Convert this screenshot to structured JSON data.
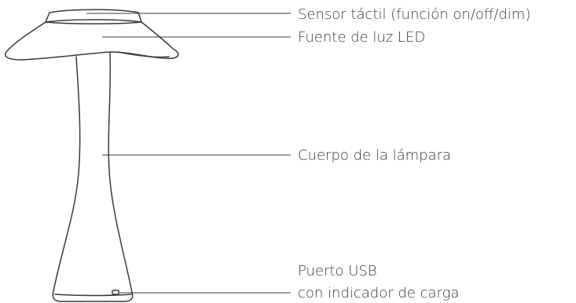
{
  "callouts": {
    "sensor": "Sensor táctil (función on/off/dim)",
    "led": "Fuente de luz LED",
    "body": "Cuerpo de la lámpara",
    "usb_line1": "Puerto USB",
    "usb_line2": "con indicador de carga"
  }
}
